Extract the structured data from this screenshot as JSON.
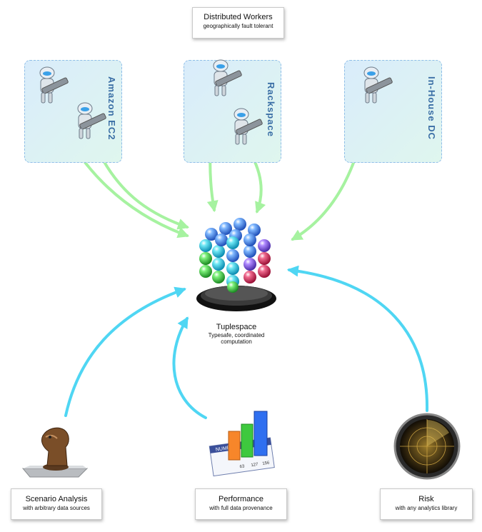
{
  "top_box": {
    "title": "Distributed Workers",
    "subtitle": "geographically fault tolerant"
  },
  "regions": [
    {
      "label": "Amazon EC2"
    },
    {
      "label": "Rackspace"
    },
    {
      "label": "In-House DC"
    }
  ],
  "center": {
    "title": "Tuplespace",
    "subtitle_line1": "Typesafe, coordinated",
    "subtitle_line2": "computation"
  },
  "bottom": [
    {
      "title": "Scenario Analysis",
      "subtitle": "with arbitrary data sources"
    },
    {
      "title": "Performance",
      "subtitle": "with full data provenance"
    },
    {
      "title": "Risk",
      "subtitle": "with any analytics library"
    }
  ],
  "numbers_icon": {
    "header": "NUMBERS",
    "values": [
      "63",
      "127",
      "156"
    ]
  },
  "colors": {
    "worker_arrow": "#a6f2a0",
    "consumer_arrow": "#4fd6f3",
    "region_label": "#3a6ea5"
  },
  "icons": [
    "robot-icon",
    "tuplespace-spheres-icon",
    "chess-knight-icon",
    "bar-chart-icon",
    "radar-icon"
  ]
}
